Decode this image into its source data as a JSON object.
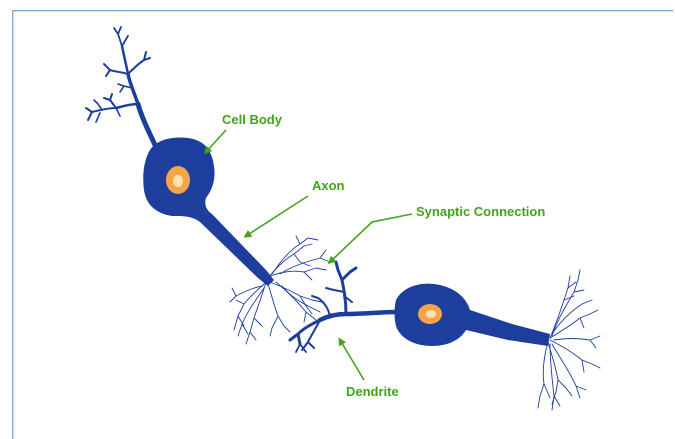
{
  "labels": {
    "cell_body": "Cell Body",
    "axon": "Axon",
    "synaptic_connection": "Synaptic Connection",
    "dendrite": "Dendrite"
  },
  "colors": {
    "neuron": "#1d3e9c",
    "nucleus": "#f3a54a",
    "label": "#43a31c",
    "frame_border": "#7fa6d6"
  }
}
